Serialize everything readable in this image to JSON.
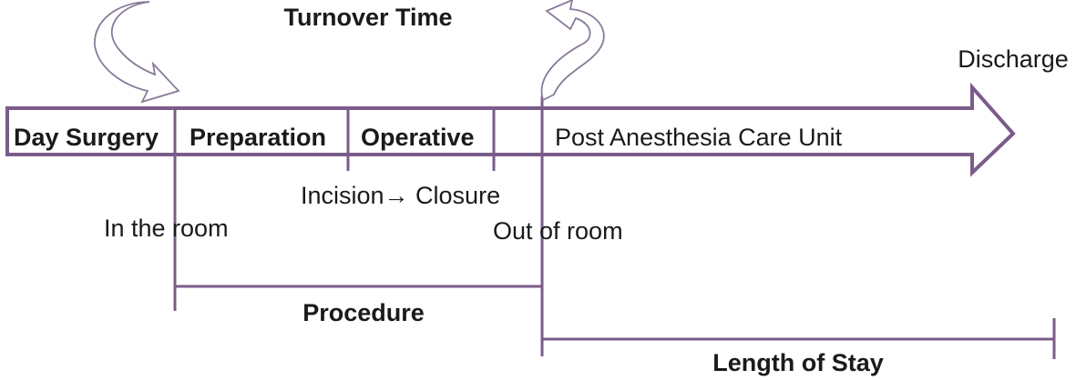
{
  "title": "Turnover Time",
  "endpoint_label": "Discharge",
  "segments": {
    "day_surgery": "Day Surgery",
    "preparation": "Preparation",
    "operative": "Operative",
    "pacu": "Post Anesthesia Care Unit"
  },
  "events": {
    "in_room": "In the room",
    "incision_closure": "Incision→ Closure",
    "out_of_room": "Out of room"
  },
  "spans": {
    "procedure": "Procedure",
    "length_of_stay": "Length of Stay"
  },
  "colors": {
    "line": "#7a5c8a",
    "text": "#1a1a1a"
  }
}
